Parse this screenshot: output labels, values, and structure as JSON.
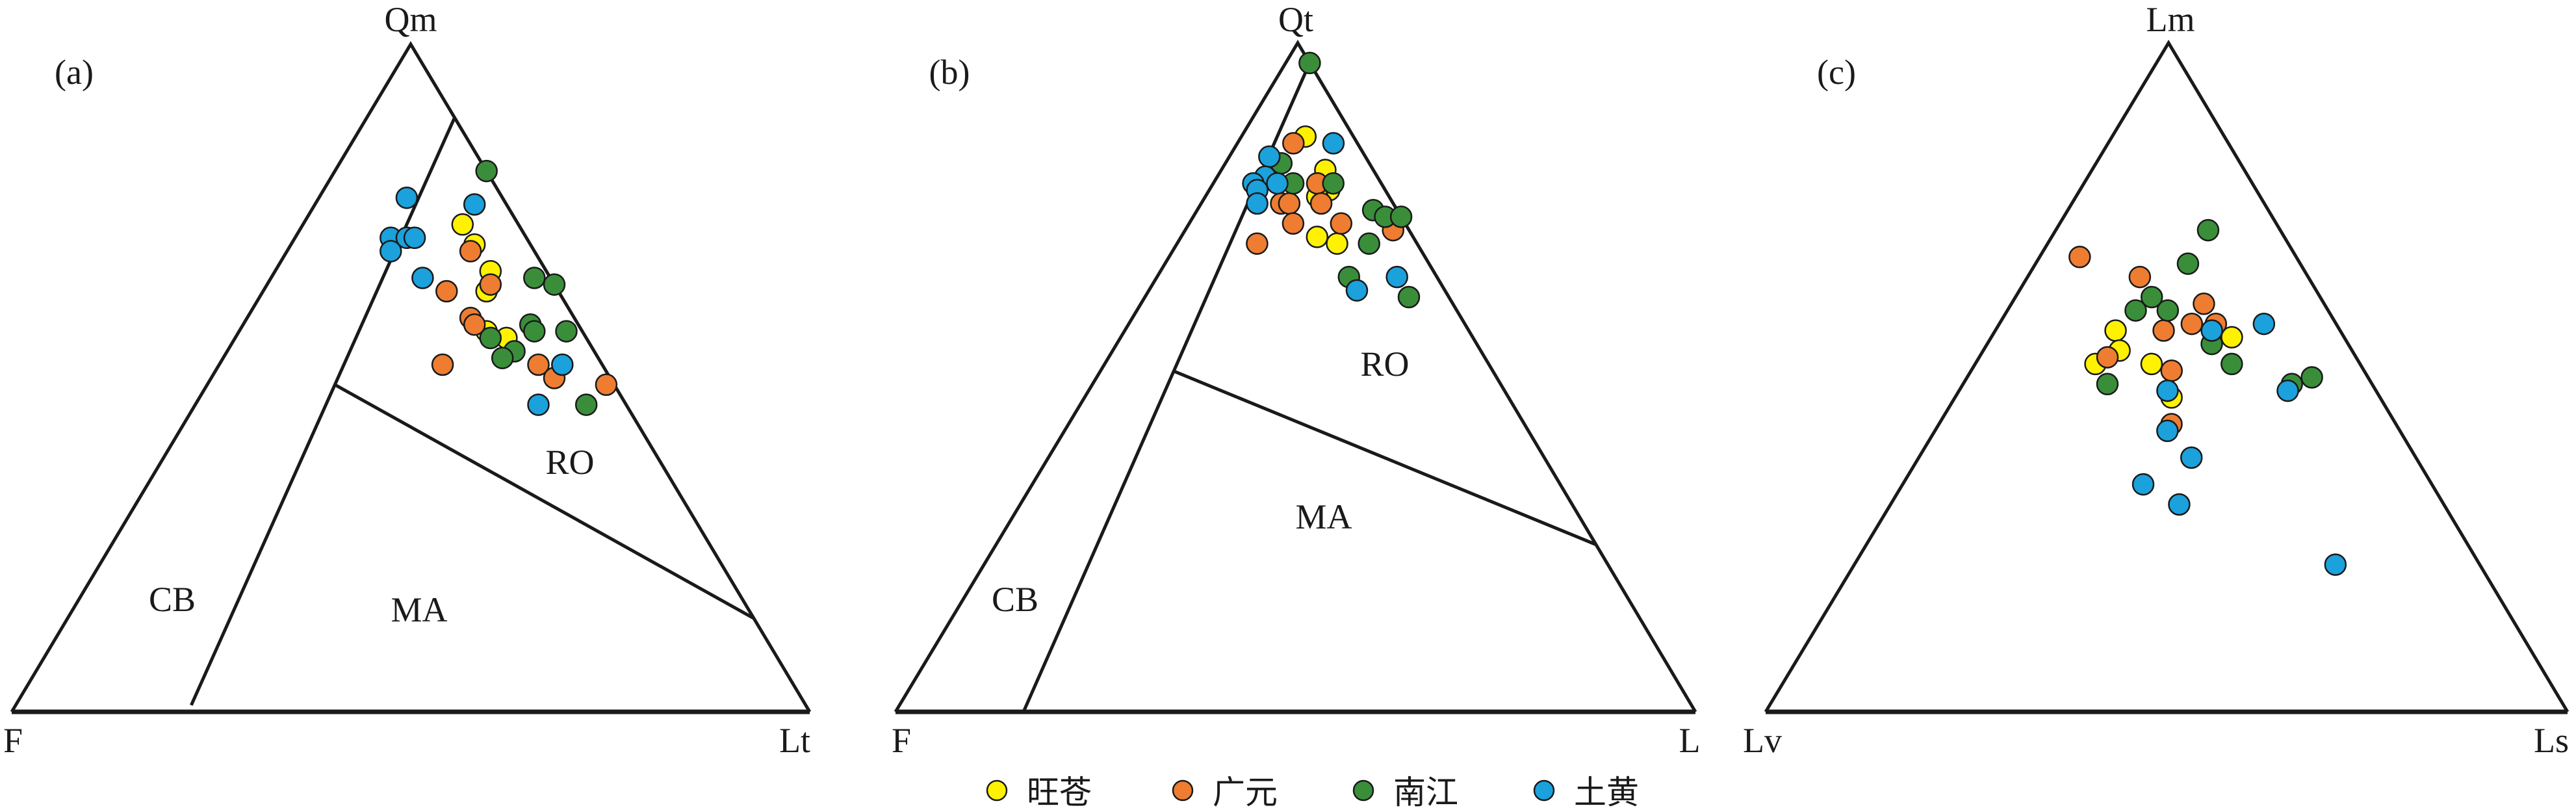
{
  "chart_data": [
    {
      "type": "ternary",
      "panel": "(a)",
      "vertices": {
        "top": "Qm",
        "left": "F",
        "right": "Lt"
      },
      "component_order": [
        "Qm",
        "F",
        "Lt"
      ],
      "fields": {
        "CB": "CB",
        "MA": "MA",
        "RO": "RO"
      },
      "boundaries": [
        [
          [
            89,
            0,
            11
          ],
          [
            1,
            77,
            22
          ]
        ],
        [
          [
            49,
            35,
            16
          ],
          [
            14,
            0,
            86
          ]
        ]
      ],
      "series": [
        {
          "name": "旺苍",
          "color": "#FFF200",
          "points": [
            [
              73,
              7,
              20
            ],
            [
              70,
              7,
              23
            ],
            [
              66,
              7,
              27
            ],
            [
              63,
              9,
              28
            ],
            [
              57,
              12,
              31
            ],
            [
              56,
              10,
              34
            ]
          ]
        },
        {
          "name": "广元",
          "color": "#EE7D31",
          "points": [
            [
              69,
              8,
              23
            ],
            [
              64,
              8,
              28
            ],
            [
              63,
              14,
              23
            ],
            [
              59,
              13,
              28
            ],
            [
              58,
              13,
              29
            ],
            [
              52,
              8,
              40
            ],
            [
              52,
              20,
              28
            ],
            [
              50,
              7,
              43
            ],
            [
              49,
              1,
              50
            ]
          ]
        },
        {
          "name": "南江",
          "color": "#3A8E3A",
          "points": [
            [
              81,
              0,
              19
            ],
            [
              65,
              2,
              33
            ],
            [
              64,
              0,
              36
            ],
            [
              58,
              6,
              36
            ],
            [
              57,
              6,
              37
            ],
            [
              57,
              2,
              41
            ],
            [
              56,
              12,
              32
            ],
            [
              54,
              10,
              36
            ],
            [
              53,
              12,
              35
            ],
            [
              46,
              5,
              49
            ]
          ]
        },
        {
          "name": "土黄",
          "color": "#1BA1DC",
          "points": [
            [
              77,
              12,
              11
            ],
            [
              76,
              4,
              20
            ],
            [
              71,
              17,
              12
            ],
            [
              71,
              15,
              14
            ],
            [
              71,
              14,
              15
            ],
            [
              69,
              18,
              13
            ],
            [
              65,
              16,
              19
            ],
            [
              52,
              5,
              43
            ],
            [
              46,
              11,
              43
            ]
          ]
        }
      ]
    },
    {
      "type": "ternary",
      "panel": "(b)",
      "vertices": {
        "top": "Qt",
        "left": "F",
        "right": "L"
      },
      "component_order": [
        "Qt",
        "F",
        "L"
      ],
      "fields": {
        "CB": "CB",
        "MA": "MA",
        "RO": "RO"
      },
      "boundaries": [
        [
          [
            97,
            0,
            3
          ],
          [
            0,
            84,
            16
          ]
        ],
        [
          [
            51,
            40,
            9
          ],
          [
            25,
            0,
            75
          ]
        ]
      ],
      "series": [
        {
          "name": "旺苍",
          "color": "#FFF200",
          "points": [
            [
              86,
              6,
              8
            ],
            [
              81,
              6,
              13
            ],
            [
              78,
              7,
              15
            ],
            [
              77,
              9,
              14
            ],
            [
              71,
              12,
              17
            ],
            [
              70,
              10,
              20
            ]
          ]
        },
        {
          "name": "广元",
          "color": "#EE7D31",
          "points": [
            [
              85,
              8,
              7
            ],
            [
              79,
              8,
              13
            ],
            [
              76,
              14,
              10
            ],
            [
              76,
              13,
              11
            ],
            [
              76,
              9,
              15
            ],
            [
              73,
              14,
              13
            ],
            [
              73,
              8,
              19
            ],
            [
              72,
              2,
              26
            ],
            [
              70,
              20,
              10
            ]
          ]
        },
        {
          "name": "南江",
          "color": "#3A8E3A",
          "points": [
            [
              97,
              0,
              3
            ],
            [
              82,
              11,
              7
            ],
            [
              79,
              11,
              10
            ],
            [
              79,
              6,
              15
            ],
            [
              75,
              3,
              22
            ],
            [
              74,
              2,
              24
            ],
            [
              74,
              0,
              26
            ],
            [
              70,
              6,
              24
            ],
            [
              65,
              11,
              24
            ],
            [
              62,
              5,
              33
            ]
          ]
        },
        {
          "name": "土黄",
          "color": "#1BA1DC",
          "points": [
            [
              85,
              3,
              12
            ],
            [
              83,
              12,
              5
            ],
            [
              80,
              14,
              6
            ],
            [
              79,
              16,
              5
            ],
            [
              79,
              13,
              8
            ],
            [
              78,
              16,
              6
            ],
            [
              76,
              17,
              7
            ],
            [
              63,
              11,
              26
            ],
            [
              65,
              5,
              30
            ]
          ]
        }
      ]
    },
    {
      "type": "ternary",
      "panel": "(c)",
      "vertices": {
        "top": "Lm",
        "left": "Lv",
        "right": "Ls"
      },
      "component_order": [
        "Lm",
        "Lv",
        "Ls"
      ],
      "boundaries": [],
      "series": [
        {
          "name": "旺苍",
          "color": "#FFF200",
          "points": [
            [
              57,
              28,
              15
            ],
            [
              54,
              29,
              17
            ],
            [
              52,
              33,
              15
            ],
            [
              52,
              26,
              22
            ],
            [
              56,
              14,
              30
            ],
            [
              47,
              26,
              27
            ]
          ]
        },
        {
          "name": "广元",
          "color": "#EE7D31",
          "points": [
            [
              68,
              27,
              5
            ],
            [
              65,
              21,
              14
            ],
            [
              61,
              15,
              24
            ],
            [
              58,
              18,
              24
            ],
            [
              58,
              15,
              27
            ],
            [
              57,
              22,
              21
            ],
            [
              53,
              31,
              16
            ],
            [
              51,
              24,
              25
            ],
            [
              43,
              28,
              29
            ]
          ]
        },
        {
          "name": "南江",
          "color": "#3A8E3A",
          "points": [
            [
              72,
              9,
              19
            ],
            [
              67,
              14,
              19
            ],
            [
              62,
              21,
              17
            ],
            [
              60,
              24,
              16
            ],
            [
              60,
              20,
              20
            ],
            [
              55,
              17,
              28
            ],
            [
              52,
              16,
              32
            ],
            [
              49,
              33,
              18
            ],
            [
              49,
              10,
              41
            ],
            [
              50,
              7,
              43
            ]
          ]
        },
        {
          "name": "土黄",
          "color": "#1BA1DC",
          "points": [
            [
              58,
              9,
              33
            ],
            [
              57,
              16,
              27
            ],
            [
              48,
              26,
              26
            ],
            [
              48,
              11,
              41
            ],
            [
              42,
              29,
              29
            ],
            [
              38,
              28,
              34
            ],
            [
              34,
              36,
              30
            ],
            [
              31,
              33,
              36
            ],
            [
              22,
              18,
              60
            ]
          ]
        }
      ]
    }
  ],
  "legend": {
    "placement": "bottom-center",
    "items": [
      {
        "label": "旺苍",
        "color": "#FFF200"
      },
      {
        "label": "广元",
        "color": "#EE7D31"
      },
      {
        "label": "南江",
        "color": "#3A8E3A"
      },
      {
        "label": "土黄",
        "color": "#1BA1DC"
      }
    ]
  }
}
